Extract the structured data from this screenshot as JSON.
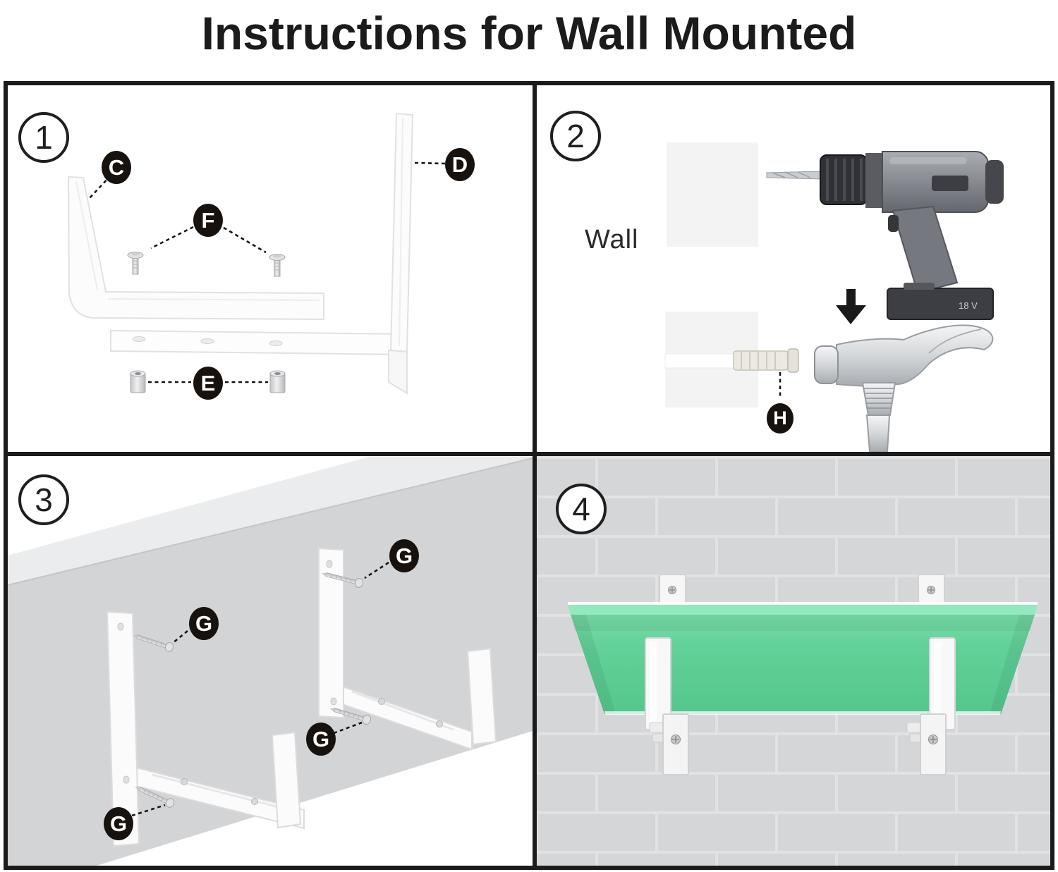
{
  "title": "Instructions for Wall Mounted",
  "steps": [
    {
      "number": "1"
    },
    {
      "number": "2"
    },
    {
      "number": "3"
    },
    {
      "number": "4"
    }
  ],
  "step1": {
    "part_labels": {
      "c": "C",
      "d": "D",
      "f": "F",
      "e": "E"
    }
  },
  "step2": {
    "wall_label": "Wall",
    "anchor_label": "H",
    "battery_label": "18 V"
  },
  "step3": {
    "screw_labels": [
      "G",
      "G",
      "G",
      "G"
    ]
  },
  "colors": {
    "line_black": "#1b1b1b",
    "label_badge_black": "#17120e",
    "planter_green": "#5fcd95",
    "slab_gray": "#d3d4d6",
    "brick_wall_gray": "#d5d6d8",
    "tool_silver": "#c9ccd0"
  }
}
